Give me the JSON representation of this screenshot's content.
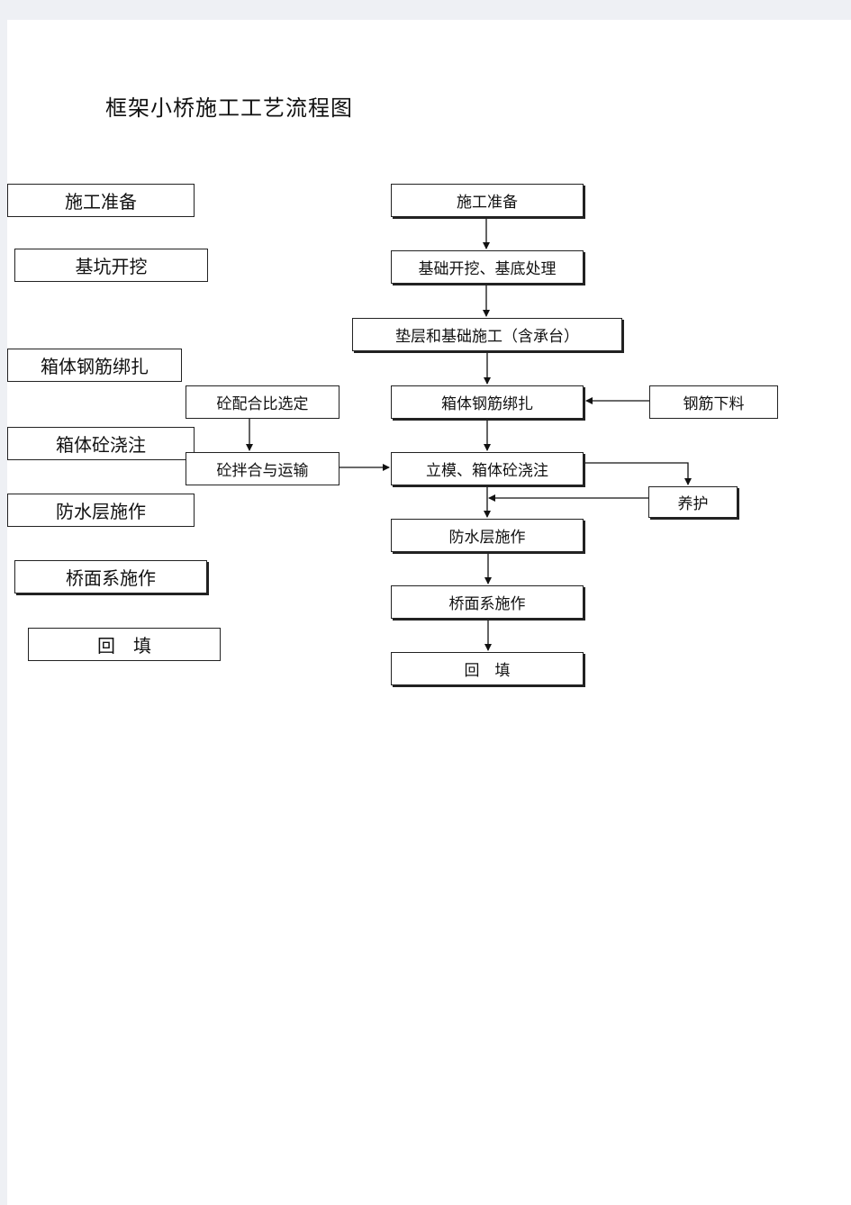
{
  "title": "框架小桥施工工艺流程图",
  "left_list": [
    "施工准备",
    "基坑开挖",
    "箱体钢筋绑扎",
    "箱体砼浇注",
    "防水层施作",
    "桥面系施作",
    "回　填"
  ],
  "flow": {
    "prep": "施工准备",
    "excavation": "基础开挖、基底处理",
    "cushion": "垫层和基础施工（含承台）",
    "rebar_binding": "箱体钢筋绑扎",
    "formwork_pour": "立模、箱体砼浇注",
    "waterproof": "防水层施作",
    "deck": "桥面系施作",
    "backfill": "回　填"
  },
  "side": {
    "mix_design": "砼配合比选定",
    "mix_transport": "砼拌合与运输",
    "rebar_cutting": "钢筋下料",
    "curing": "养护"
  }
}
